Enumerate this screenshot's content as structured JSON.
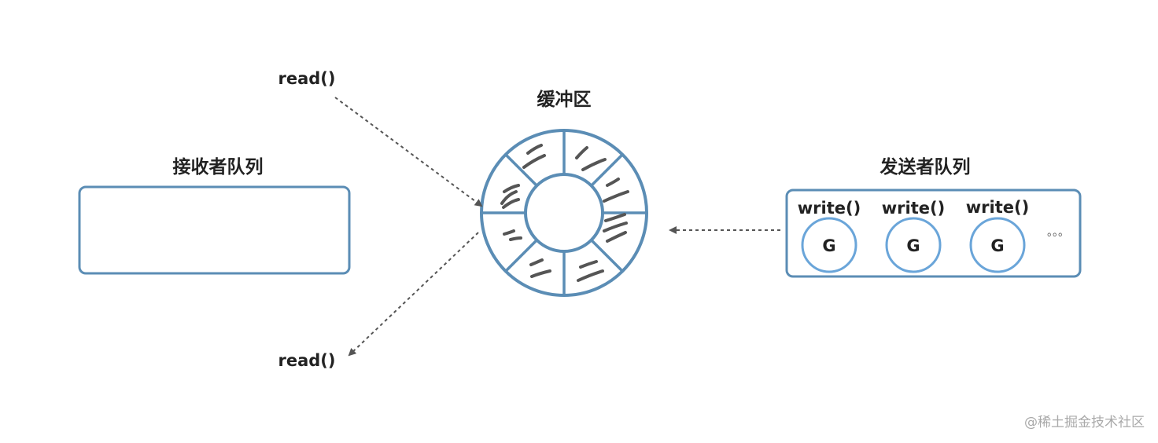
{
  "buffer": {
    "title": "缓冲区"
  },
  "receiver_queue": {
    "title": "接收者队列"
  },
  "sender_queue": {
    "title": "发送者队列",
    "senders": [
      {
        "call": "write()",
        "goroutine": "G"
      },
      {
        "call": "write()",
        "goroutine": "G"
      },
      {
        "call": "write()",
        "goroutine": "G"
      }
    ],
    "more": "。。。"
  },
  "read_calls": {
    "incoming": "read()",
    "outgoing": "read()"
  },
  "watermark": "@稀土掘金技术社区",
  "colors": {
    "stroke": "#5b8db5",
    "goroutine_stroke": "#6aa5d9",
    "arrow": "#555555",
    "text": "#222222"
  }
}
